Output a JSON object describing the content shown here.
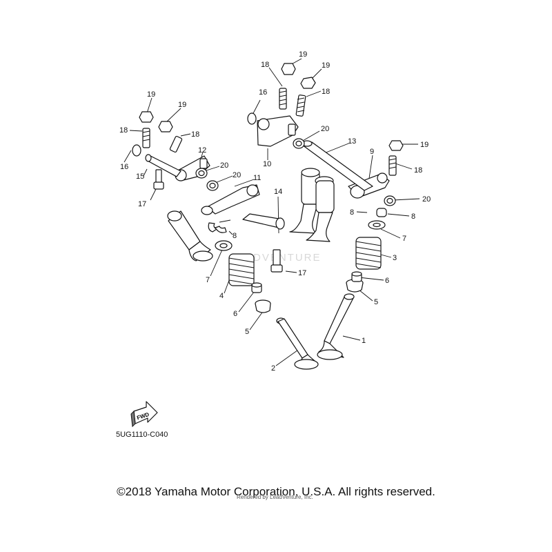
{
  "diagram": {
    "code": "5UG1110-C040",
    "fwd_label": "FWD",
    "watermark": "ADVENTURE",
    "copyright": "©2018 Yamaha Motor Corporation, U.S.A. All rights reserved.",
    "render_credit": "Rendered by LeadVenture, Inc.",
    "callouts": [
      {
        "id": "c1",
        "text": "1"
      },
      {
        "id": "c2",
        "text": "2"
      },
      {
        "id": "c3",
        "text": "3"
      },
      {
        "id": "c4",
        "text": "4"
      },
      {
        "id": "c5a",
        "text": "5"
      },
      {
        "id": "c5b",
        "text": "5"
      },
      {
        "id": "c6a",
        "text": "6"
      },
      {
        "id": "c6b",
        "text": "6"
      },
      {
        "id": "c7a",
        "text": "7"
      },
      {
        "id": "c7b",
        "text": "7"
      },
      {
        "id": "c8a",
        "text": "8"
      },
      {
        "id": "c8b",
        "text": "8"
      },
      {
        "id": "c8c",
        "text": "8"
      },
      {
        "id": "c9",
        "text": "9"
      },
      {
        "id": "c10",
        "text": "10"
      },
      {
        "id": "c11",
        "text": "11"
      },
      {
        "id": "c12",
        "text": "12"
      },
      {
        "id": "c13",
        "text": "13"
      },
      {
        "id": "c14",
        "text": "14"
      },
      {
        "id": "c15",
        "text": "15"
      },
      {
        "id": "c16a",
        "text": "16"
      },
      {
        "id": "c16b",
        "text": "16"
      },
      {
        "id": "c17a",
        "text": "17"
      },
      {
        "id": "c17b",
        "text": "17"
      },
      {
        "id": "c18a",
        "text": "18"
      },
      {
        "id": "c18b",
        "text": "18"
      },
      {
        "id": "c18c",
        "text": "18"
      },
      {
        "id": "c18d",
        "text": "18"
      },
      {
        "id": "c18e",
        "text": "18"
      },
      {
        "id": "c19a",
        "text": "19"
      },
      {
        "id": "c19b",
        "text": "19"
      },
      {
        "id": "c19c",
        "text": "19"
      },
      {
        "id": "c19d",
        "text": "19"
      },
      {
        "id": "c19e",
        "text": "19"
      },
      {
        "id": "c20a",
        "text": "20"
      },
      {
        "id": "c20b",
        "text": "20"
      },
      {
        "id": "c20c",
        "text": "20"
      },
      {
        "id": "c20d",
        "text": "20"
      }
    ]
  }
}
